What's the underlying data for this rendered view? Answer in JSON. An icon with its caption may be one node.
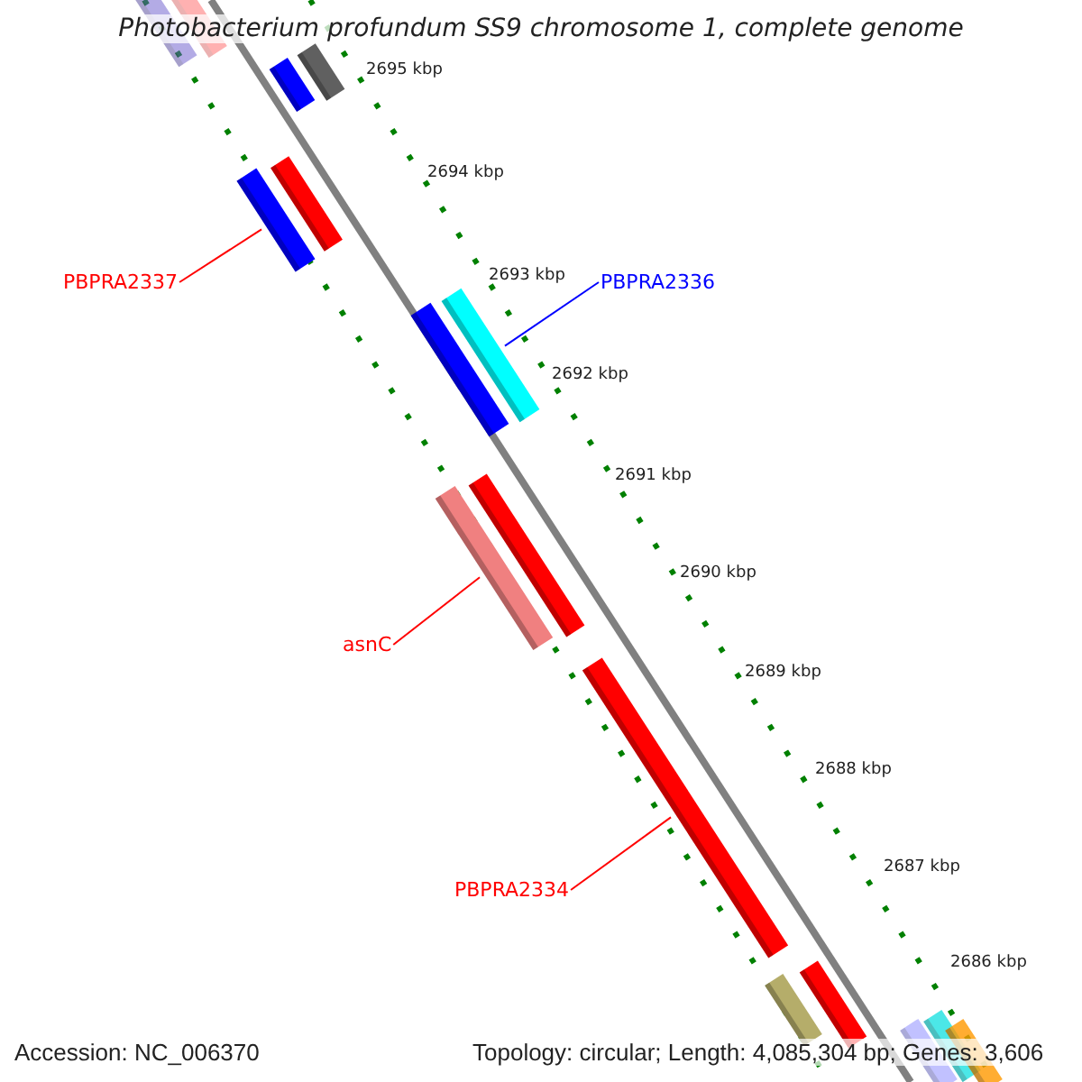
{
  "diagram": {
    "title": "Photobacterium profundum SS9 chromosome 1, complete genome",
    "nodes": [
      {
        "text": [
          "PBPRA2337"
        ]
      },
      {
        "text": [],
        "shape": "bar"
      },
      {
        "text": [
          "PBPRA2336"
        ]
      },
      {
        "text": [],
        "shape": "bar"
      },
      {
        "text": [
          "asnC"
        ]
      },
      {
        "text": [],
        "shape": "bar"
      },
      {
        "text": [
          "PBPRA2334"
        ]
      },
      {
        "text": [],
        "shape": "bar"
      }
    ],
    "edges": [
      {
        "from": 0,
        "to": 1,
        "arrow": "none",
        "color": "#ff0000"
      },
      {
        "from": 2,
        "to": 3,
        "arrow": "none",
        "color": "#0000ff"
      },
      {
        "from": 4,
        "to": 5,
        "arrow": "none",
        "color": "#ff0000"
      },
      {
        "from": 6,
        "to": 7,
        "arrow": "none",
        "color": "#ff0000"
      }
    ],
    "labels": [
      "2695 kbp",
      "2694 kbp",
      "2693 kbp",
      "2692 kbp",
      "2691 kbp",
      "2690 kbp",
      "2689 kbp",
      "2688 kbp",
      "2687 kbp",
      "2686 kbp",
      "Accession: NC_006370",
      "Topology: circular; Length: 4,085,304 bp; Genes: 3,606"
    ]
  }
}
